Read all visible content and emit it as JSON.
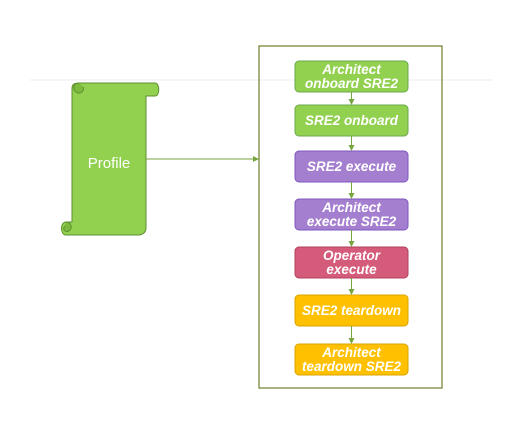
{
  "profile": {
    "label": "Profile",
    "fill": "#92d050",
    "stroke": "#5e8f2e"
  },
  "container": {
    "stroke": "#6b7f2a"
  },
  "connector_color": "#77a640",
  "steps": [
    {
      "lines": [
        "Architect",
        "onboard SRE2"
      ],
      "fill": "#92d050",
      "stroke": "#6aa84f",
      "text_color": "#ffffff"
    },
    {
      "lines": [
        "SRE2 onboard"
      ],
      "fill": "#92d050",
      "stroke": "#6aa84f",
      "text_color": "#ffffff"
    },
    {
      "lines": [
        "SRE2 execute"
      ],
      "fill": "#a57fcf",
      "stroke": "#7e57c2",
      "text_color": "#ffffff"
    },
    {
      "lines": [
        "Architect",
        "execute SRE2"
      ],
      "fill": "#a57fcf",
      "stroke": "#7e57c2",
      "text_color": "#ffffff"
    },
    {
      "lines": [
        "Operator",
        "execute"
      ],
      "fill": "#d45b7a",
      "stroke": "#b0405e",
      "text_color": "#ffffff"
    },
    {
      "lines": [
        "SRE2 teardown"
      ],
      "fill": "#ffc000",
      "stroke": "#d9a300",
      "text_color": "#ffffff"
    },
    {
      "lines": [
        "Architect",
        "teardown SRE2"
      ],
      "fill": "#ffc000",
      "stroke": "#d9a300",
      "text_color": "#ffffff"
    }
  ]
}
